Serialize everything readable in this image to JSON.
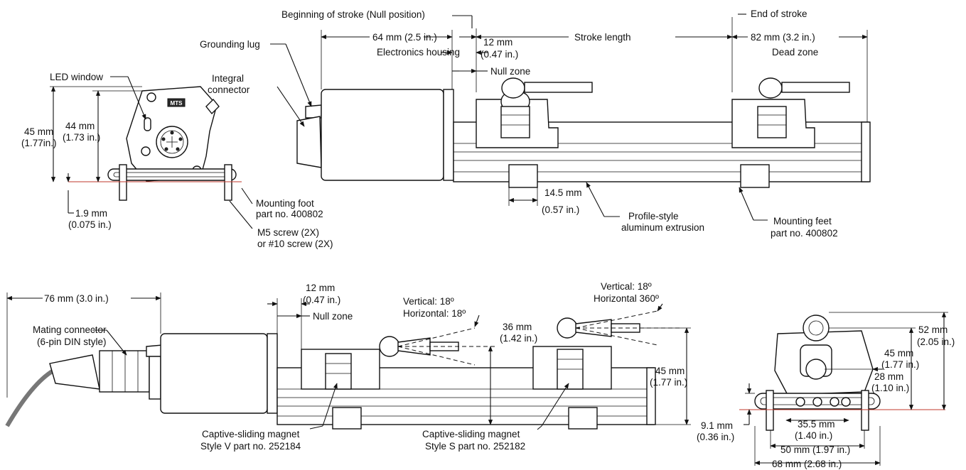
{
  "top_view": {
    "beginning_of_stroke": "Beginning of stroke (Null position)",
    "end_of_stroke": "End of stroke",
    "stroke_length": "Stroke length",
    "grounding_lug": "Grounding lug",
    "electronics_dim": "64 mm (2.5 in.)",
    "electronics_label": "Electronics housing",
    "null_dim_mm": "12 mm",
    "null_dim_in": "(0.47 in.)",
    "null_zone": "Null zone",
    "dead_dim": "82 mm (3.2 in.)",
    "dead_zone": "Dead zone",
    "integral": "Integral",
    "connector": "connector",
    "led_window": "LED window",
    "h45_mm": "45 mm",
    "h45_in": "(1.77in.)",
    "h44_mm": "44 mm",
    "h44_in": "(1.73 in.)",
    "h19_mm": "1.9 mm",
    "h19_in": "(0.075 in.)",
    "mount_foot_1": "Mounting foot",
    "mount_foot_2": "part no. 400802",
    "screw_1": "M5 screw (2X)",
    "screw_2": "or #10 screw (2X)",
    "foot_dim_mm": "14.5 mm",
    "foot_dim_in": "(0.57 in.)",
    "profile_1": "Profile-style",
    "profile_2": "aluminum extrusion",
    "mount_feet_1": "Mounting feet",
    "mount_feet_2": "part no. 400802",
    "logo_text": "MTS"
  },
  "bottom_view": {
    "connector_dim": "76 mm (3.0 in.)",
    "mating_1": "Mating connector",
    "mating_2": "(6-pin DIN style)",
    "null_dim_mm": "12 mm",
    "null_dim_in": "(0.47 in.)",
    "null_zone": "Null zone",
    "v_vertical": "Vertical: 18º",
    "v_horizontal": "Horizontal: 18º",
    "s_vertical": "Vertical: 18º",
    "s_horizontal": "Horizontal  360º",
    "h36_mm": "36 mm",
    "h36_in": "(1.42 in.)",
    "h45_mm": "45 mm",
    "h45_in": "(1.77 in.)",
    "captive_v_1": "Captive-sliding magnet",
    "captive_v_2": "Style V part no. 252184",
    "captive_s_1": "Captive-sliding magnet",
    "captive_s_2": "Style S part no. 252182"
  },
  "end_view": {
    "h52_mm": "52 mm",
    "h52_in": "(2.05 in.)",
    "h45_mm": "45 mm",
    "h45_in": "(1.77 in.)",
    "h28_mm": "28 mm",
    "h28_in": "(1.10 in.)",
    "h91_mm": "9.1 mm",
    "h91_in": "(0.36 in.)",
    "w355_mm": "35.5 mm",
    "w355_in": "(1.40 in.)",
    "w50": "50 mm (1.97 in.)",
    "w68": "68 mm (2.68 in.)"
  }
}
